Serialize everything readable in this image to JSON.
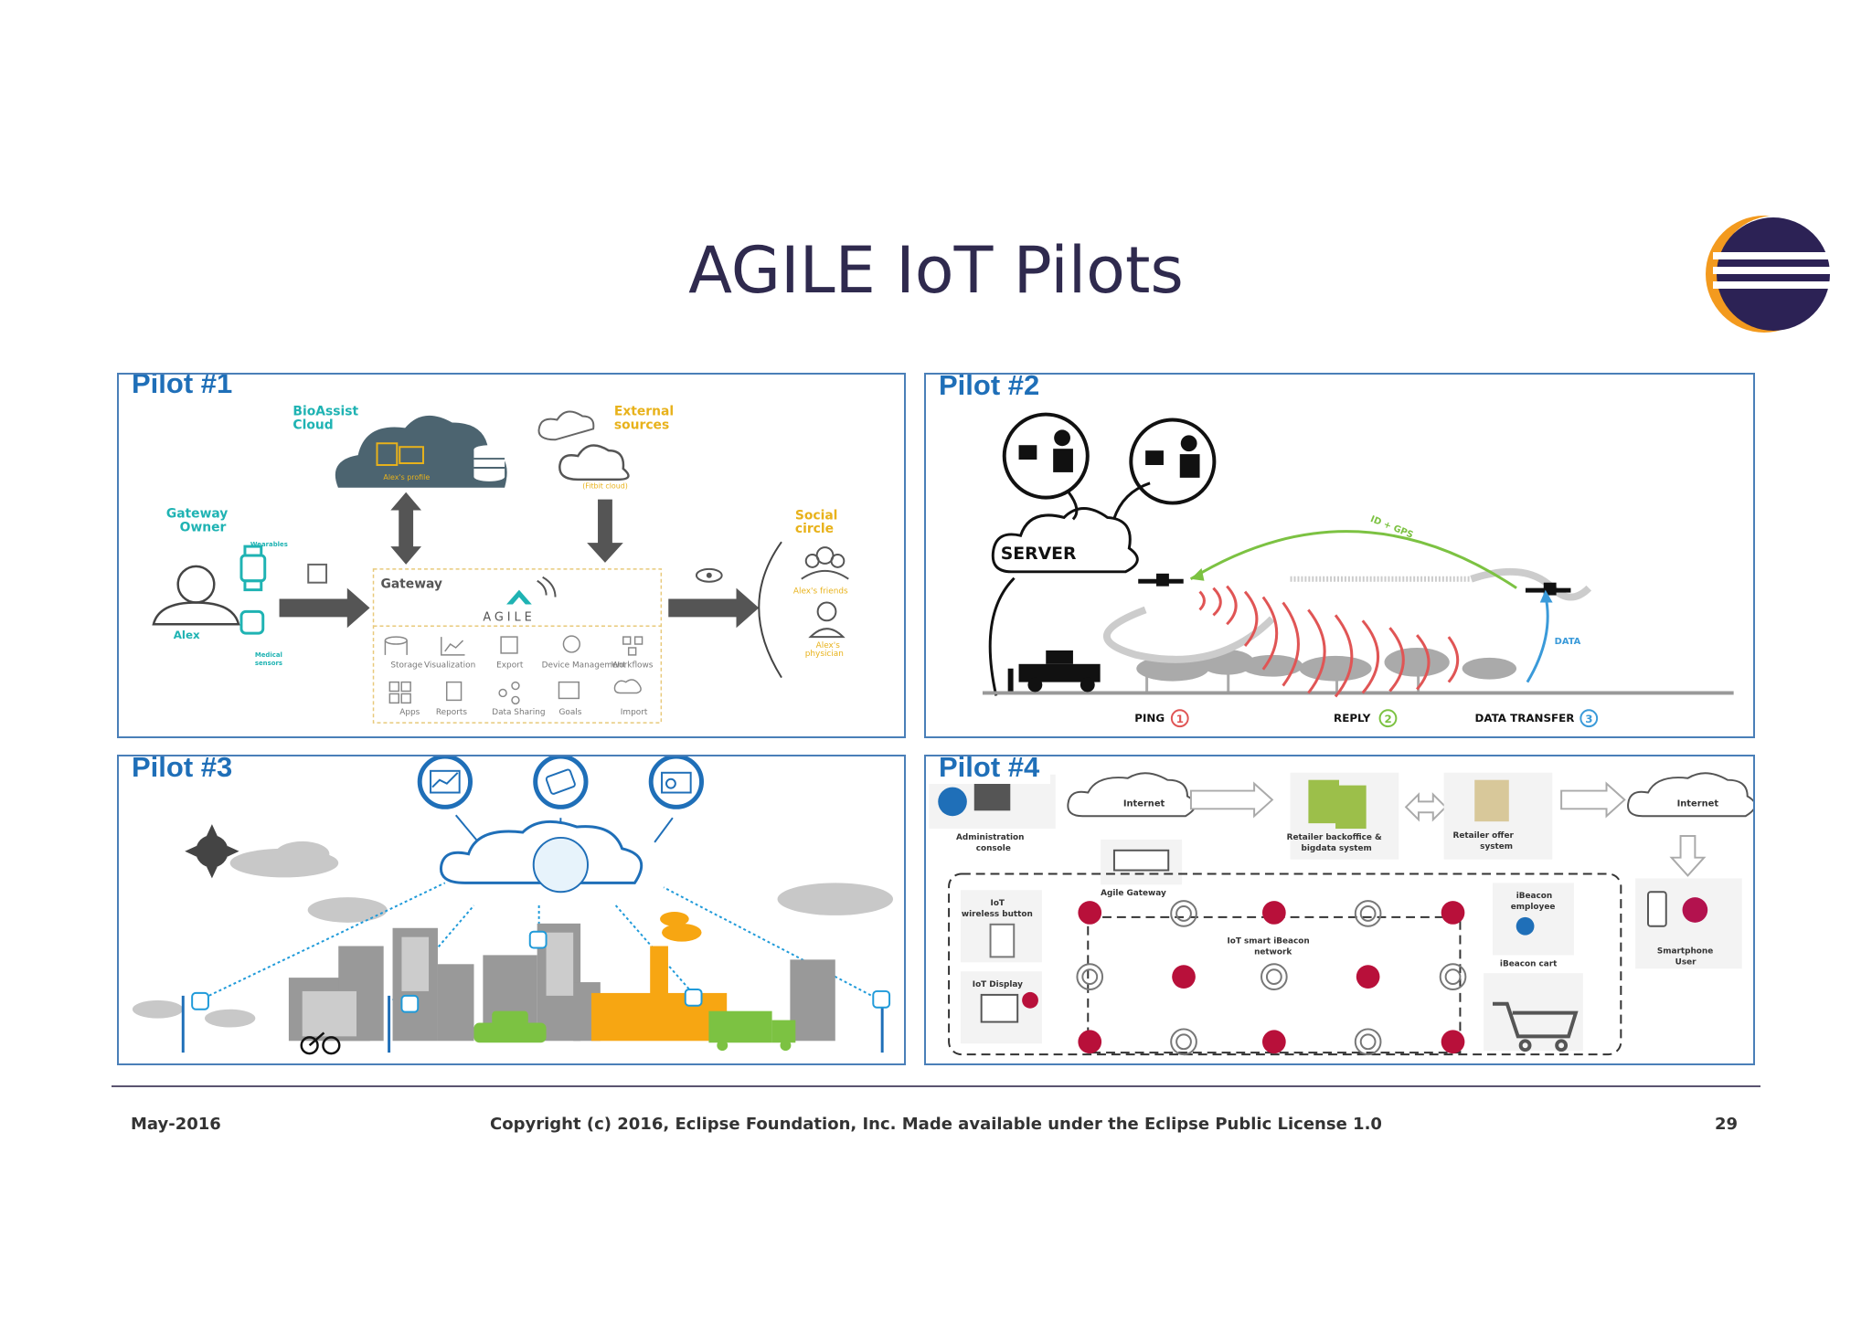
{
  "slide": {
    "title": "AGILE IoT Pilots",
    "footer": {
      "date": "May-2016",
      "copyright": "Copyright  (c) 2016, Eclipse Foundation,  Inc. Made available  under the Eclipse  Public License 1.0",
      "page_number": "29"
    }
  },
  "pilot1": {
    "label": "Pilot #1",
    "bioassist_cloud": [
      "BioAssist",
      "Cloud"
    ],
    "alex_profile": "Alex's profile",
    "external_sources": [
      "External",
      "sources"
    ],
    "fitbit": "(Fitbit cloud)",
    "gateway_owner": [
      "Gateway",
      "Owner"
    ],
    "wearables": "Wearables",
    "medical_sensors": [
      "Medical",
      "sensors"
    ],
    "alex": "Alex",
    "gateway": "Gateway",
    "agile": "AGILE",
    "social_circle": [
      "Social",
      "circle"
    ],
    "alex_friends": "Alex's friends",
    "alex_physician": [
      "Alex's",
      "physician"
    ],
    "modules_row1": [
      "Storage",
      "Visualization",
      "Export",
      "Device Management",
      "Workflows"
    ],
    "modules_row2": [
      "Apps",
      "Reports",
      "Data Sharing",
      "Goals",
      "Import"
    ]
  },
  "pilot2": {
    "label": "Pilot #2",
    "server": "SERVER",
    "id_gps": "ID + GPS",
    "data": "DATA",
    "ping": "PING",
    "reply": "REPLY",
    "data_transfer": "DATA TRANSFER",
    "step_numbers": [
      "1",
      "2",
      "3"
    ]
  },
  "pilot3": {
    "label": "Pilot #3"
  },
  "pilot4": {
    "label": "Pilot #4",
    "internet_left": "Internet",
    "internet_right": "Internet",
    "admin_console": [
      "Administration",
      "console"
    ],
    "retailer_backoffice": [
      "Retailer backoffice &",
      "bigdata system"
    ],
    "retailer_offer": [
      "Retailer offer",
      "system"
    ],
    "agile_gateway": "Agile Gateway",
    "iot_button": [
      "IoT",
      "wireless button"
    ],
    "iot_display": "IoT Display",
    "ibeacon_network": [
      "IoT smart iBeacon",
      "network"
    ],
    "ibeacon_employee": [
      "iBeacon",
      "employee"
    ],
    "ibeacon_cart": "iBeacon cart",
    "smartphone_user": [
      "Smartphone",
      "User"
    ]
  },
  "colors": {
    "title": "#2f2a4e",
    "panel_border": "#4a7fb8",
    "pilot_label": "#1f6fb8",
    "teal": "#1fb3b3",
    "gold": "#e8b21b",
    "eclipse_orange": "#f39a1e",
    "eclipse_purple": "#2c2255"
  }
}
